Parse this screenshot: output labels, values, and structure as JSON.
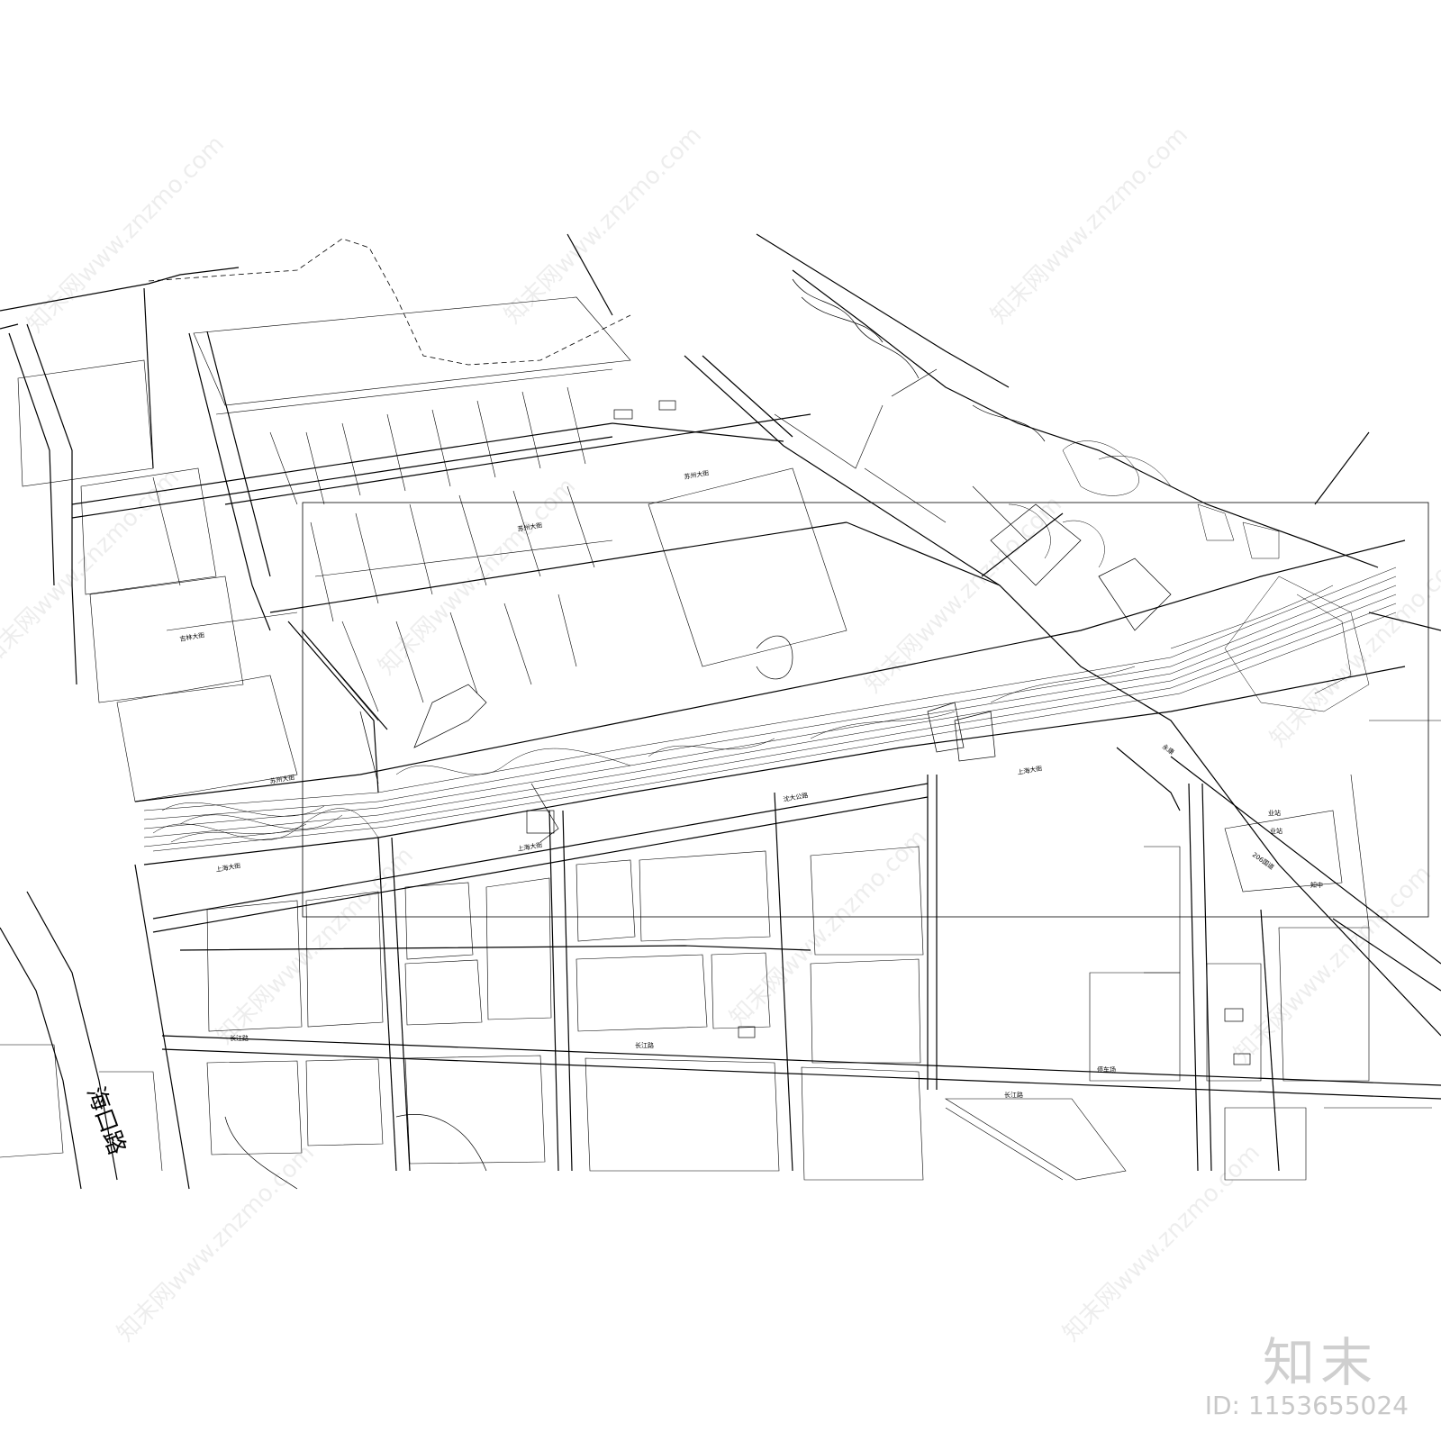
{
  "map": {
    "road_labels": {
      "haikou_lu": "海口路",
      "changjiang_lu_1": "长江路",
      "changjiang_lu_2": "长江路",
      "changjiang_lu_3": "长江路",
      "shanghai_dajie_1": "上海大街",
      "shanghai_dajie_2": "上海大街",
      "shanghai_dajie_3": "上海大街",
      "suzhou_dajie_1": "苏州大街",
      "suzhou_dajie_2": "苏州大街",
      "suzhou_dajie_3": "苏州大街",
      "jishi_dajie": "吉林大街",
      "shida_gonglu": "沈大公路",
      "road_206": "206国道",
      "yongkang": "永康",
      "ting_che_chang": "停车场",
      "ye_zhan_1": "业站",
      "ye_zhan_2": "业站",
      "zhi_zhong": "知中"
    }
  },
  "brand": {
    "logo_text": "知末",
    "id_text": "ID: 1153655024"
  },
  "watermarks": [
    "知末网www.znzmo.com",
    "知末网www.znzmo.com",
    "知末网www.znzmo.com",
    "知末网www.znzmo.com",
    "知末网www.znzmo.com",
    "知末网www.znzmo.com",
    "知末网www.znzmo.com",
    "知末网www.znzmo.com",
    "知末网www.znzmo.com",
    "知末网www.znzmo.com",
    "知末网www.znzmo.com",
    "知末网www.znzmo.com"
  ],
  "colors": {
    "line": "#000000",
    "background": "#ffffff",
    "brand_gray": "#cfcfcf"
  }
}
